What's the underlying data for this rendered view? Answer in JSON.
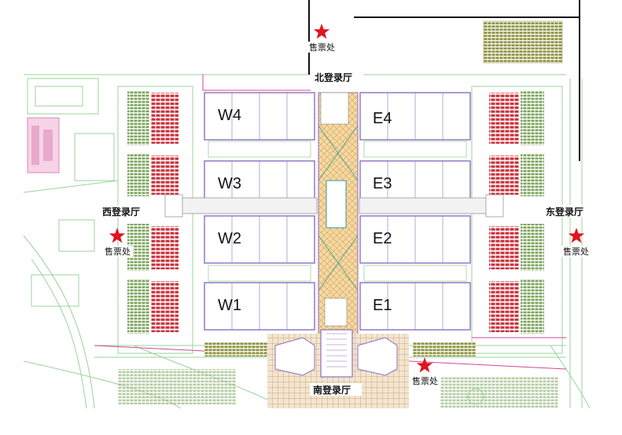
{
  "halls": {
    "w4": "W4",
    "w3": "W3",
    "w2": "W2",
    "w1": "W1",
    "e4": "E4",
    "e3": "E3",
    "e2": "E2",
    "e1": "E1"
  },
  "registration_halls": {
    "north": "北登录厅",
    "south": "南登录厅",
    "west": "西登录厅",
    "east": "东登录厅"
  },
  "ticket_office_label": "售票处",
  "colors": {
    "star": "#e0141e",
    "hall_outline": "#8a6fc4",
    "road": "#9bd39b",
    "parking": "#c72f3a",
    "boundary": "#d04a8c"
  },
  "icons": {
    "ticket_marker": "red-star-icon"
  }
}
